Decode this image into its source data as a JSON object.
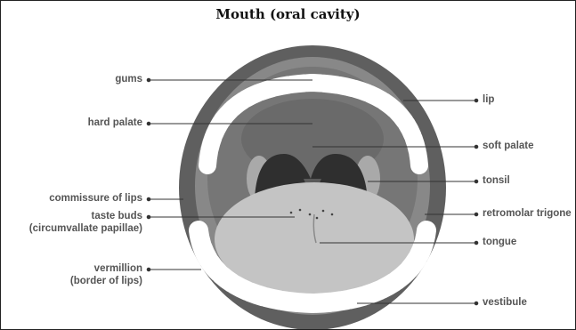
{
  "title": "Mouth (oral cavity)",
  "labels": {
    "gums": "gums",
    "hard_palate": "hard palate",
    "commissure": "commissure of lips",
    "taste_buds_1": "taste buds",
    "taste_buds_2": "(circumvallate papillae)",
    "vermillion_1": "vermillion",
    "vermillion_2": "(border of lips)",
    "lip": "lip",
    "soft_palate": "soft palate",
    "tonsil": "tonsil",
    "retromolar": "retromolar trigone",
    "tongue": "tongue",
    "vestibule": "vestibule"
  },
  "colors": {
    "lip_outer": "#5f5f5f",
    "lip_inner": "#8a8a8a",
    "palate": "#7a7a7a",
    "throat": "#2f2f2f",
    "tongue": "#c4c4c4",
    "teeth": "#ffffff",
    "label": "#555555"
  }
}
